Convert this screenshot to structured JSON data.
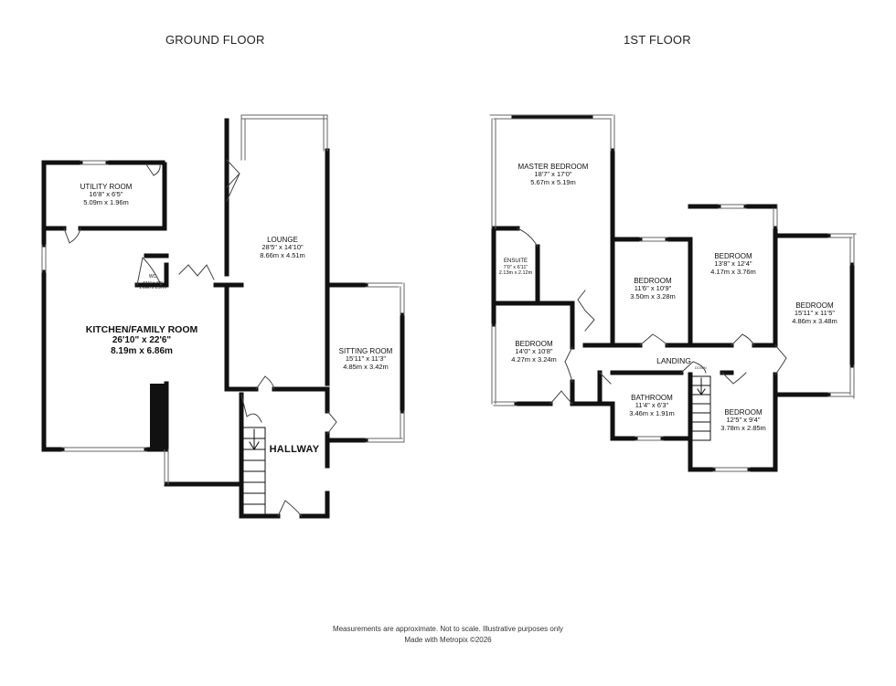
{
  "floors": {
    "ground": {
      "title": "GROUND FLOOR"
    },
    "first": {
      "title": "1ST FLOOR"
    }
  },
  "rooms": {
    "utility": {
      "name": "UTILITY ROOM",
      "imperial": "16'8\" x 6'5\"",
      "metric": "5.09m  x 1.96m"
    },
    "wc": {
      "name": "WC",
      "imperial": "4'11\" x 4'8\"",
      "metric": "1.49m x 1.37m"
    },
    "kitchen": {
      "name": "KITCHEN/FAMILY ROOM",
      "imperial": "26'10\"  x 22'6\"",
      "metric": "8.19m  x 6.86m"
    },
    "lounge": {
      "name": "LOUNGE",
      "imperial": "28'5\"  x 14'10\"",
      "metric": "8.66m  x 4.51m"
    },
    "sitting": {
      "name": "SITTING ROOM",
      "imperial": "15'11\"  x 11'3\"",
      "metric": "4.85m  x 3.42m"
    },
    "hallway": {
      "name": "HALLWAY"
    },
    "master": {
      "name": "MASTER BEDROOM",
      "imperial": "18'7\"  x 17'0\"",
      "metric": "5.67m  x 5.19m"
    },
    "ensuite": {
      "name": "ENSUITE",
      "imperial": "7'0\"  x 6'11\"",
      "metric": "2.13m  x 2.12m"
    },
    "bed_a": {
      "name": "BEDROOM",
      "imperial": "11'6\"  x 10'9\"",
      "metric": "3.50m  x 3.28m"
    },
    "bed_b": {
      "name": "BEDROOM",
      "imperial": "13'8\"  x 12'4\"",
      "metric": "4.17m  x 3.76m"
    },
    "bed_c": {
      "name": "BEDROOM",
      "imperial": "15'11\"  x 11'5\"",
      "metric": "4.86m  x 3.48m"
    },
    "bed_d": {
      "name": "BEDROOM",
      "imperial": "14'0\"  x 10'8\"",
      "metric": "4.27m  x 3.24m"
    },
    "landing": {
      "name": "LANDING"
    },
    "bathroom": {
      "name": "BATHROOM",
      "imperial": "11'4\"  x 6'3\"",
      "metric": "3.46m  x 1.91m"
    },
    "bed_e": {
      "name": "BEDROOM",
      "imperial": "12'5\"  x 9'4\"",
      "metric": "3.78m  x 2.85m"
    }
  },
  "stairs_label": "DOWN",
  "footer": {
    "line1": "Measurements are approximate.  Not to scale.  Illustrative purposes only",
    "line2": "Made with Metropix ©2026"
  }
}
